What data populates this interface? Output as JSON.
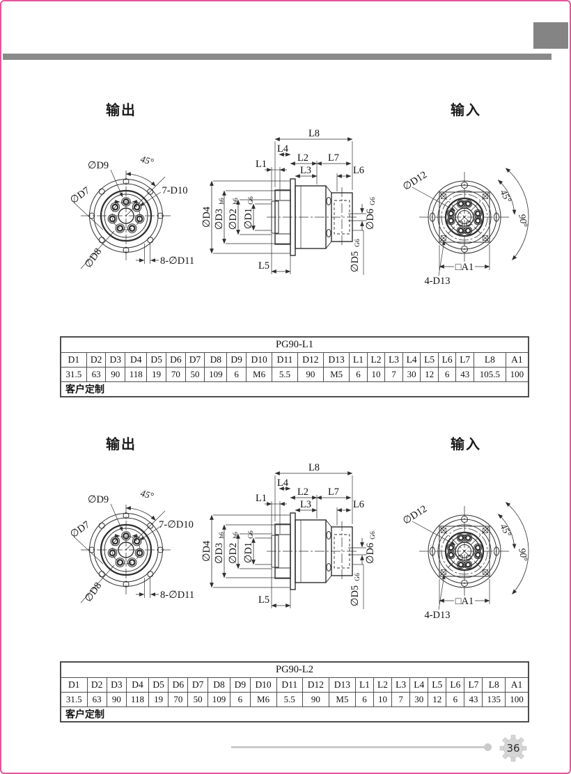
{
  "colors": {
    "border_pink": "#e6559c",
    "bar_gray": "#8a8a8a",
    "box_gray": "#848484",
    "footer_gray": "#cbcbcb"
  },
  "footer": {
    "page_number": "36"
  },
  "sections": [
    {
      "output_label": "输出",
      "input_label": "输入",
      "left_view": {
        "d9": "∅D9",
        "angle": "45°",
        "d7": "∅D7",
        "bolts": "7-D10",
        "d8": "∅D8",
        "holes": "8-∅D11"
      },
      "middle_view": {
        "l1": "L1",
        "l2": "L2",
        "l3": "L3",
        "l4": "L4",
        "l5": "L5",
        "l6": "L6",
        "l7": "L7",
        "l8": "L8",
        "d4": "∅D4",
        "d3": "∅D3",
        "d3_fit": "h6",
        "d2": "∅D2",
        "d2_fit": "h6",
        "d1": "∅D1",
        "d1_fit": "G6",
        "d6": "∅D6",
        "d6_fit": "G6",
        "d5": "∅D5",
        "d5_fit": "G6"
      },
      "right_view": {
        "d12": "∅D12",
        "angle45": "45°",
        "angle90": "90°",
        "corner_holes": "4-D13",
        "square": "□A1"
      },
      "table": {
        "title": "PG90-L1",
        "headers": [
          "D1",
          "D2",
          "D3",
          "D4",
          "D5",
          "D6",
          "D7",
          "D8",
          "D9",
          "D10",
          "D11",
          "D12",
          "D13",
          "L1",
          "L2",
          "L3",
          "L4",
          "L5",
          "L6",
          "L7",
          "L8",
          "A1"
        ],
        "values": [
          "31.5",
          "63",
          "90",
          "118",
          "19",
          "70",
          "50",
          "109",
          "6",
          "M6",
          "5.5",
          "90",
          "M5",
          "6",
          "10",
          "7",
          "30",
          "12",
          "6",
          "43",
          "105.5",
          "100"
        ],
        "footer": "客户定制"
      }
    },
    {
      "output_label": "输出",
      "input_label": "输入",
      "left_view": {
        "d9": "∅D9",
        "angle": "45°",
        "d7": "∅D7",
        "bolts": "7-∅D10",
        "d8": "∅D8",
        "holes": "8-∅D11"
      },
      "middle_view": {
        "l1": "L1",
        "l2": "L2",
        "l3": "L3",
        "l4": "L4",
        "l5": "L5",
        "l6": "L6",
        "l7": "L7",
        "l8": "L8",
        "d4": "∅D4",
        "d3": "∅D3",
        "d3_fit": "h6",
        "d2": "∅D2",
        "d2_fit": "h6",
        "d1": "∅D1",
        "d1_fit": "G6",
        "d6": "∅D6",
        "d6_fit": "G6",
        "d5": "∅D5",
        "d5_fit": "G6"
      },
      "right_view": {
        "d12": "∅D12",
        "angle45": "45°",
        "angle90": "90°",
        "corner_holes": "4-D13",
        "square": "□A1"
      },
      "table": {
        "title": "PG90-L2",
        "headers": [
          "D1",
          "D2",
          "D3",
          "D4",
          "D5",
          "D6",
          "D7",
          "D8",
          "D9",
          "D10",
          "D11",
          "D12",
          "D13",
          "L1",
          "L2",
          "L3",
          "L4",
          "L5",
          "L6",
          "L7",
          "L8",
          "A1"
        ],
        "values": [
          "31.5",
          "63",
          "90",
          "118",
          "19",
          "70",
          "50",
          "109",
          "6",
          "M6",
          "5.5",
          "90",
          "M5",
          "6",
          "10",
          "7",
          "30",
          "12",
          "6",
          "43",
          "135",
          "100"
        ],
        "footer": "客户定制"
      }
    }
  ]
}
